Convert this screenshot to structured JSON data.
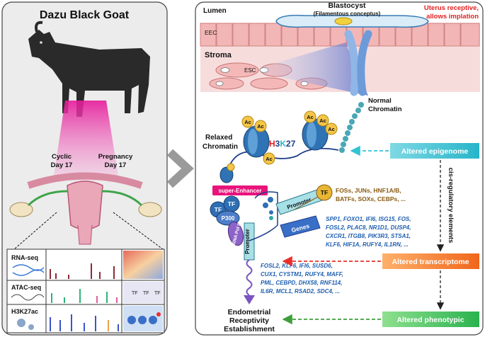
{
  "left_panel": {
    "title": "Dazu Black Goat",
    "cyclic": "Cyclic",
    "cyclic_day": "Day 17",
    "pregnancy": "Pregnancy",
    "pregnancy_day": "Day 17",
    "tracks": [
      "RNA-seq",
      "ATAC-seq",
      "H3K27ac"
    ],
    "tf_label": "TF"
  },
  "right_panel": {
    "lumen": "Lumen",
    "blastocyst": "Blastocyst",
    "blastocyst_sub": "(Filamentous conceptus)",
    "uterus_line1": "Uterus receptive,",
    "uterus_line2": "allows implation",
    "eec": "EEC",
    "stroma": "Stroma",
    "esc": "ESC",
    "normal_chromatin_1": "Normal",
    "normal_chromatin_2": "Chromatin",
    "relaxed_chromatin_1": "Relaxed",
    "relaxed_chromatin_2": "Chromatin",
    "h3k27": {
      "h": "H",
      "three": "3",
      "k": "K",
      "num": "27"
    },
    "ac": "Ac",
    "super_enhancer": "super-Enhancer",
    "tf": "TF",
    "p300": "P300",
    "rna_pol": "RNA Pol II",
    "promoter": "Promoter",
    "genes": "Genes",
    "tf_genes": [
      "FOSs, JUNs, HNF1A/B,",
      "BATFs, SOXs, CEBPs, ..."
    ],
    "target_genes": [
      "SPP1, FOXO1, IFI6, ISG15, FOS,",
      "FOSL2, PLAC8, NR1D1, DUSP4,",
      "CXCR1, ITGB8, PIK3R3, STSA1,",
      "KLF6, HIF1A, RUFY4, IL1RN, ..."
    ],
    "phenotype_genes": [
      "FOSL2, KLF6, IFI6, SUSD6,",
      "CUX1, CYSTM1, RUFY4, MAFF,",
      "PML, CEBPD, DHX58, RNF114,",
      "IL6R, MCL1, RSAD2, SDC4, ..."
    ],
    "altered_epigenome": "Altered epigenome",
    "altered_transcriptome": "Altered transcriptome",
    "altered_phenotypic": "Altered phenotypic",
    "cis_elements": "cis-regulatory elements",
    "outcome": [
      "Endometrial",
      "Receptivity",
      "Establishment"
    ]
  },
  "colors": {
    "epigenome_box": "#33c3d4",
    "transcriptome_box": "#f57a2b",
    "phenotypic_box": "#3fbf6a",
    "red_arrow": "#e8302a",
    "green_arrow": "#3f9e3a",
    "gene_blue": "#1f5fb0",
    "tf_brown": "#8a5a10",
    "super_enhancer": "#e8147c",
    "magenta_glow": "#e6199a",
    "red_title": "#e41f1f"
  }
}
